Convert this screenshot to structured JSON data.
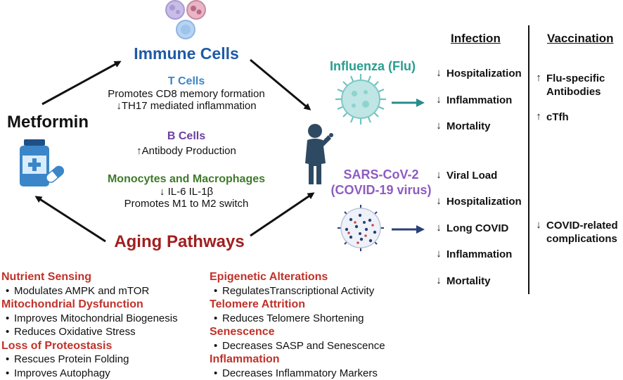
{
  "diagram": {
    "metformin": "Metformin",
    "immune": {
      "title": "Immune Cells",
      "t_cells": {
        "title": "T Cells",
        "line1": "Promotes CD8 memory formation",
        "line2": "TH17 mediated inflammation"
      },
      "b_cells": {
        "title": "B Cells",
        "line1": "Antibody Production"
      },
      "mono": {
        "title": "Monocytes and Macrophages",
        "line1": "IL-6 IL-1β",
        "line2": "Promotes M1 to M2 switch"
      }
    },
    "aging": {
      "title": "Aging Pathways",
      "left": [
        {
          "title": "Nutrient Sensing",
          "items": [
            "Modulates AMPK and mTOR"
          ]
        },
        {
          "title": "Mitochondrial Dysfunction",
          "items": [
            "Improves Mitochondrial Biogenesis",
            "Reduces Oxidative Stress"
          ]
        },
        {
          "title": "Loss of Proteostasis",
          "items": [
            "Rescues Protein Folding",
            "Improves Autophagy"
          ]
        }
      ],
      "right": [
        {
          "title": "Epigenetic Alterations",
          "items": [
            "RegulatesTranscriptional Activity"
          ]
        },
        {
          "title": "Telomere Attrition",
          "items": [
            "Reduces Telomere Shortening"
          ]
        },
        {
          "title": "Senescence",
          "items": [
            "Decreases SASP and Senescence"
          ]
        },
        {
          "title": "Inflammation",
          "items": [
            "Decreases Inflammatory Markers"
          ]
        }
      ]
    },
    "influenza": {
      "label": "Influenza (Flu)"
    },
    "sars": {
      "line1": "SARS-CoV-2",
      "line2": "(COVID-19 virus)"
    },
    "headers": {
      "infection": "Infection",
      "vaccination": "Vaccination"
    },
    "infection_flu": [
      "Hospitalization",
      "Inflammation",
      "Mortality"
    ],
    "infection_covid": [
      "Viral Load",
      "Hospitalization",
      "Long COVID",
      "Inflammation",
      "Mortality"
    ],
    "vaccination_flu": [
      {
        "line1": "Flu-specific",
        "line2": "Antibodies",
        "dir": "up"
      },
      {
        "line1": "cTfh",
        "line2": "",
        "dir": "up"
      }
    ],
    "vaccination_covid": [
      {
        "line1": "COVID-related",
        "line2": "complications",
        "dir": "down"
      }
    ],
    "colors": {
      "immune_title": "#1f5aa6",
      "t_cells": "#3a86c8",
      "b_cells": "#6b3fa0",
      "mono": "#3f7a2a",
      "aging": "#a01f1f",
      "aging_red": "#c0322a",
      "influenza": "#2a9d8f",
      "sars": "#8e5cbf",
      "flu_arrow": "#2a8c8c",
      "covid_arrow": "#2b3f7a",
      "person": "#2e4a63"
    }
  }
}
